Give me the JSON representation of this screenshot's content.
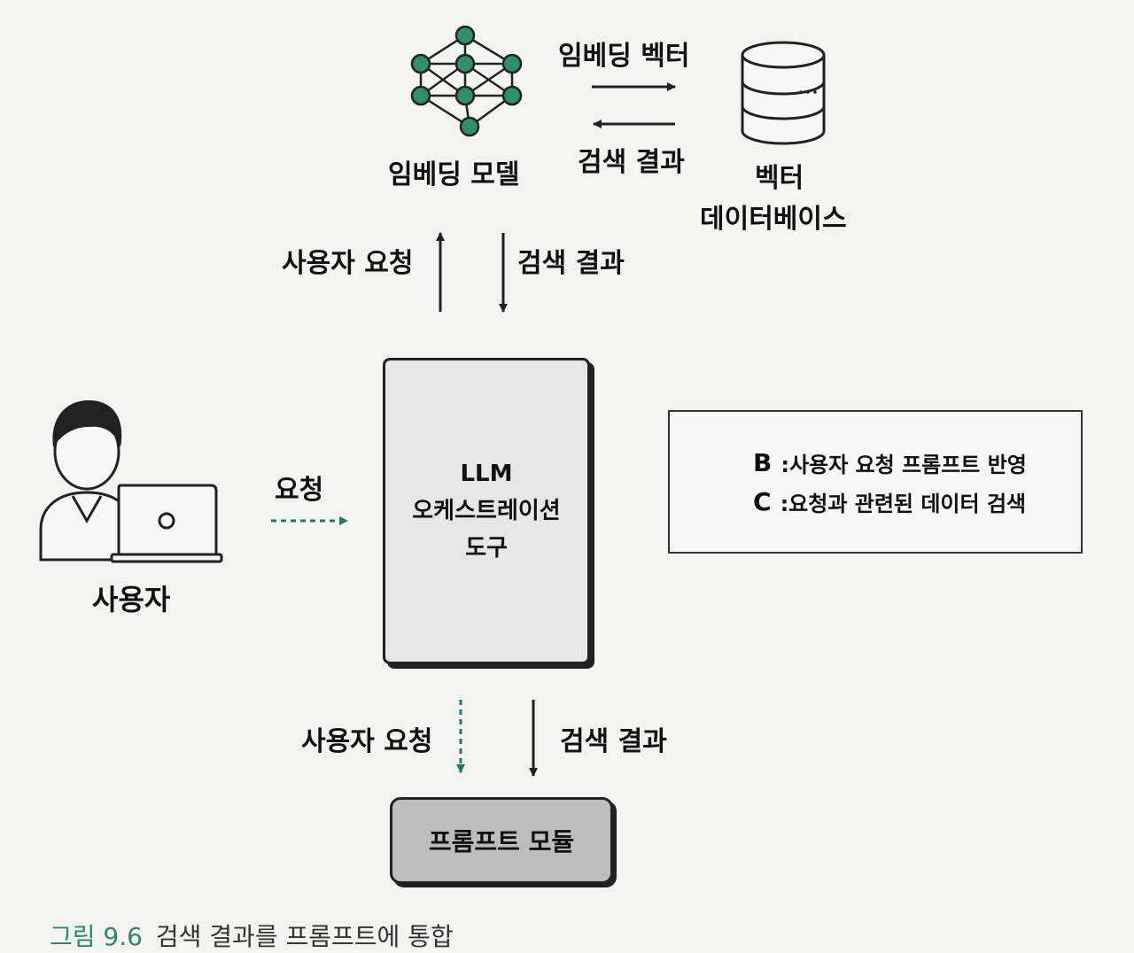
{
  "nodes": {
    "embedding_model": "임베딩 모델",
    "vector_db_line1": "벡터",
    "vector_db_line2": "데이터베이스",
    "user": "사용자",
    "orchestrator_line1": "LLM",
    "orchestrator_line2": "오케스트레이션",
    "orchestrator_line3": "도구",
    "prompt_module": "프롬프트 모듈"
  },
  "edges": {
    "embedding_vector": "임베딩 벡터",
    "search_result_db": "검색 결과",
    "user_request_up": "사용자 요청",
    "search_result_down_top": "검색 결과",
    "request": "요청",
    "user_request_down": "사용자 요청",
    "search_result_down_bottom": "검색 결과"
  },
  "legend": [
    {
      "key": "B",
      "desc": ":사용자 요청 프롬프트 반영",
      "style": "dashed",
      "color": "#1d7a63"
    },
    {
      "key": "C",
      "desc": ":요청과 관련된 데이터 검색",
      "style": "solid",
      "color": "#222222"
    }
  ],
  "caption": {
    "number": "그림 9.6",
    "text": "검색 결과를 프롬프트에 통합"
  },
  "colors": {
    "accent_green": "#1d7a63",
    "node_green": "#2f8f6d",
    "caption_green": "#2a8a6e"
  }
}
